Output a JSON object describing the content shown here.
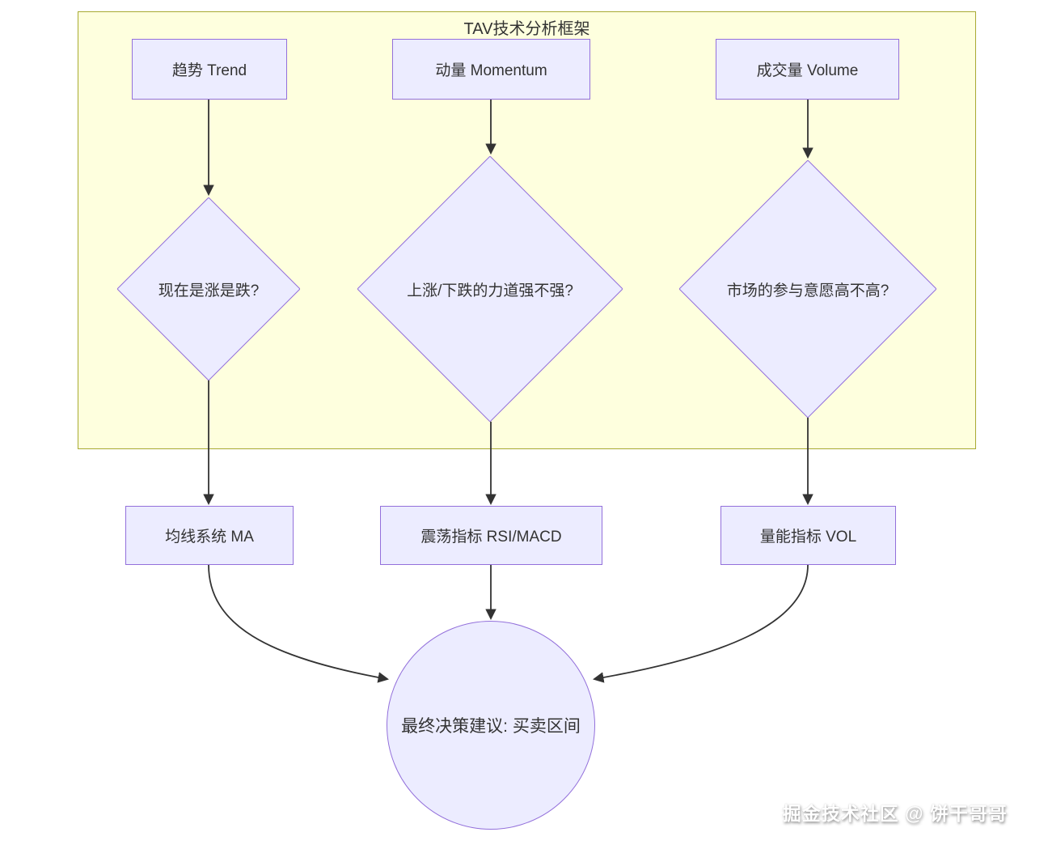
{
  "diagram": {
    "title": "TAV技术分析框架",
    "watermark": "掘金技术社区 @ 饼干哥哥",
    "colors": {
      "cluster_fill": "#feffde",
      "cluster_border": "#a8aa33",
      "node_fill": "#ececff",
      "node_border": "#9370db",
      "edge": "#333333",
      "text": "#333333"
    },
    "nodes": {
      "trend": {
        "label": "趋势 Trend",
        "shape": "rect"
      },
      "momentum": {
        "label": "动量 Momentum",
        "shape": "rect"
      },
      "volume": {
        "label": "成交量 Volume",
        "shape": "rect"
      },
      "trend_q": {
        "label": "现在是涨是跌?",
        "shape": "diamond"
      },
      "momentum_q": {
        "label": "上涨/下跌的力道强不强?",
        "shape": "diamond"
      },
      "volume_q": {
        "label": "市场的参与意愿高不高?",
        "shape": "diamond"
      },
      "ma": {
        "label": "均线系统 MA",
        "shape": "rect"
      },
      "rsi": {
        "label": "震荡指标 RSI/MACD",
        "shape": "rect"
      },
      "vol": {
        "label": "量能指标 VOL",
        "shape": "rect"
      },
      "decision": {
        "label": "最终决策建议: 买卖区间",
        "shape": "circle"
      }
    },
    "edges": [
      {
        "from": "trend",
        "to": "trend_q"
      },
      {
        "from": "momentum",
        "to": "momentum_q"
      },
      {
        "from": "volume",
        "to": "volume_q"
      },
      {
        "from": "trend_q",
        "to": "ma"
      },
      {
        "from": "momentum_q",
        "to": "rsi"
      },
      {
        "from": "volume_q",
        "to": "vol"
      },
      {
        "from": "ma",
        "to": "decision"
      },
      {
        "from": "rsi",
        "to": "decision"
      },
      {
        "from": "vol",
        "to": "decision"
      }
    ]
  }
}
